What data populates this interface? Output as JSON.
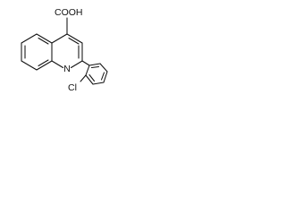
{
  "molecule": {
    "carboxyl_label": "COOH",
    "nitrogen_label": "N",
    "chlorine_label": "Cl"
  }
}
